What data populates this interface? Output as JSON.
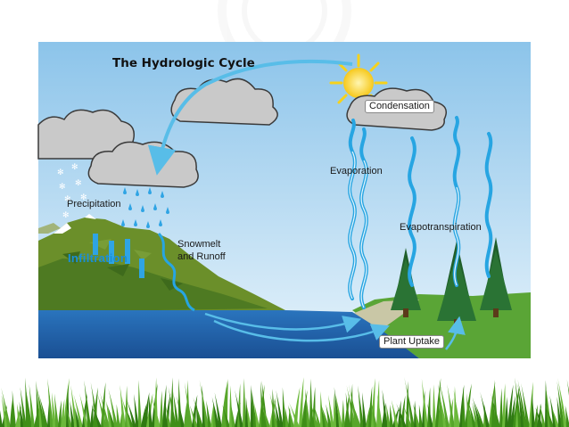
{
  "diagram": {
    "title": "The Hydrologic Cycle",
    "labels": {
      "condensation": "Condensation",
      "evaporation": "Evaporation",
      "precipitation": "Precipitation",
      "evapotranspiration": "Evapotranspiration",
      "snowmelt_line1": "Snowmelt",
      "snowmelt_line2": "and Runoff",
      "infiltration": "Infiltration",
      "plant_uptake": "Plant Uptake"
    }
  },
  "colors": {
    "sky_top": "#8cc4ea",
    "sky_bottom": "#e6f3fb",
    "water": "#1f5fa8",
    "land": "#5a8a2a",
    "arrow": "#58bde8",
    "sun": "#f6d21b",
    "cloud": "#c9c9c9",
    "grass": "#4a9a1e"
  }
}
